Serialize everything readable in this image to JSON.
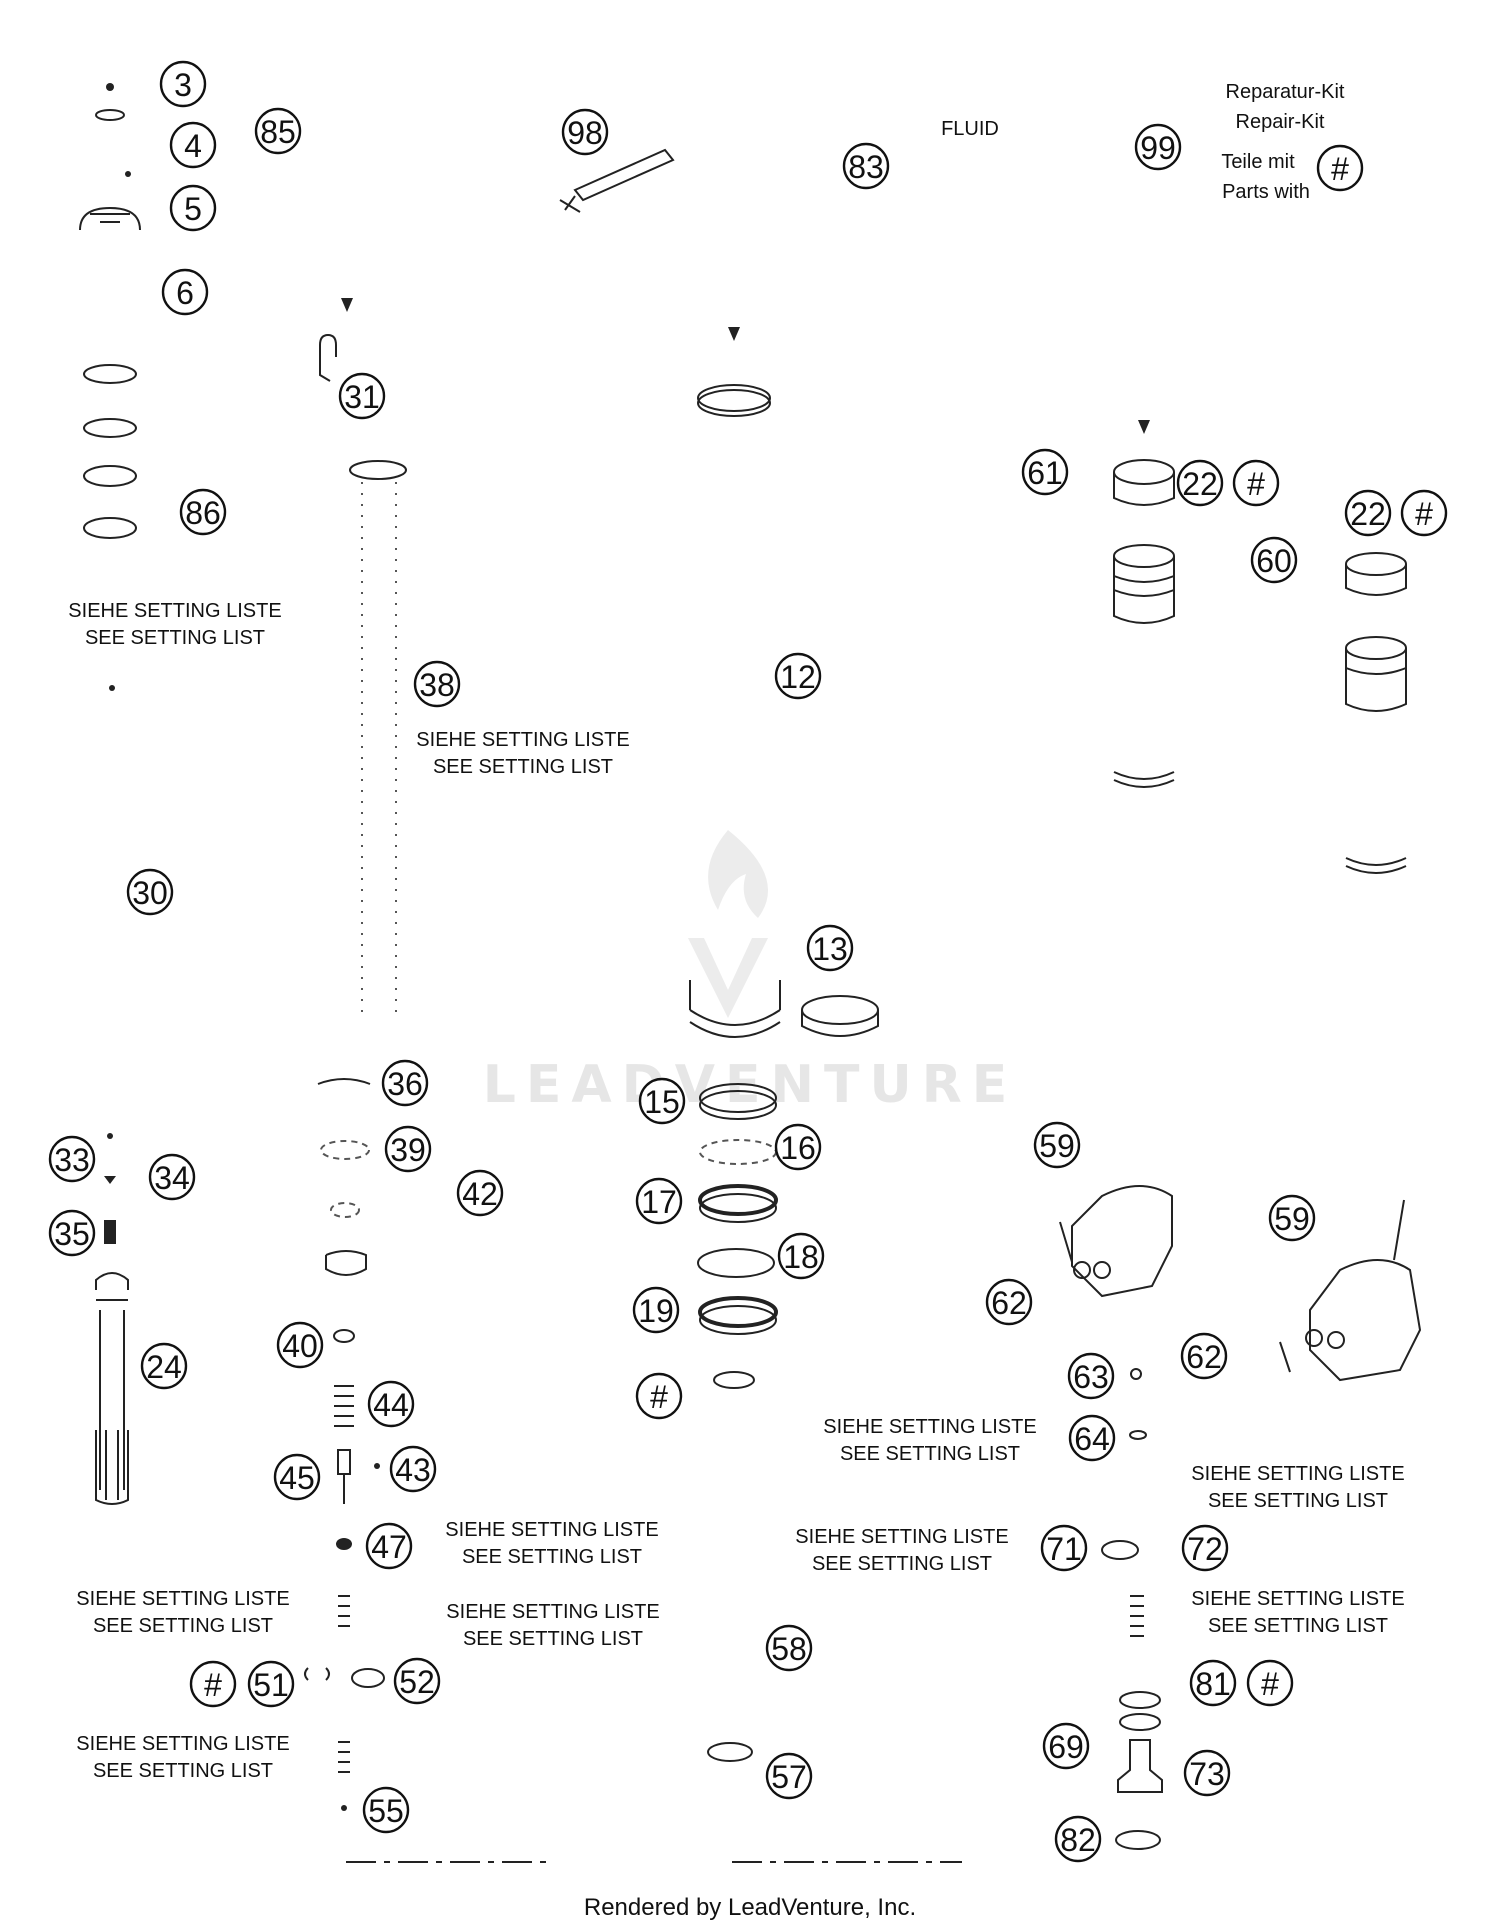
{
  "callouts": [
    {
      "label": "3"
    },
    {
      "label": "4"
    },
    {
      "label": "85"
    },
    {
      "label": "5"
    },
    {
      "label": "6"
    },
    {
      "label": "98"
    },
    {
      "label": "83"
    },
    {
      "label": "99"
    },
    {
      "label": "#"
    },
    {
      "label": "31"
    },
    {
      "label": "86"
    },
    {
      "label": "61"
    },
    {
      "label": "22"
    },
    {
      "label": "#"
    },
    {
      "label": "22"
    },
    {
      "label": "#"
    },
    {
      "label": "60"
    },
    {
      "label": "38"
    },
    {
      "label": "12"
    },
    {
      "label": "30"
    },
    {
      "label": "13"
    },
    {
      "label": "36"
    },
    {
      "label": "15"
    },
    {
      "label": "16"
    },
    {
      "label": "39"
    },
    {
      "label": "59"
    },
    {
      "label": "33"
    },
    {
      "label": "34"
    },
    {
      "label": "42"
    },
    {
      "label": "17"
    },
    {
      "label": "59"
    },
    {
      "label": "35"
    },
    {
      "label": "18"
    },
    {
      "label": "62"
    },
    {
      "label": "19"
    },
    {
      "label": "24"
    },
    {
      "label": "40"
    },
    {
      "label": "62"
    },
    {
      "label": "63"
    },
    {
      "label": "44"
    },
    {
      "label": "#"
    },
    {
      "label": "64"
    },
    {
      "label": "45"
    },
    {
      "label": "43"
    },
    {
      "label": "47"
    },
    {
      "label": "71"
    },
    {
      "label": "72"
    },
    {
      "label": "58"
    },
    {
      "label": "#"
    },
    {
      "label": "51"
    },
    {
      "label": "52"
    },
    {
      "label": "81"
    },
    {
      "label": "#"
    },
    {
      "label": "69"
    },
    {
      "label": "57"
    },
    {
      "label": "73"
    },
    {
      "label": "55"
    },
    {
      "label": "82"
    }
  ],
  "notes": {
    "fluid": "FLUID",
    "repair_kit": [
      "Reparatur-Kit",
      "Repair-Kit"
    ],
    "parts_with": [
      "Teile mit",
      "Parts with"
    ],
    "setting_de": "SIEHE SETTING LISTE",
    "setting_en": "SEE SETTING LIST"
  },
  "watermark": "LEADVENTURE",
  "footer": "Rendered by LeadVenture, Inc.",
  "colors": {
    "ink": "#111111",
    "watermark": "#e6e6e6",
    "background": "#ffffff"
  }
}
